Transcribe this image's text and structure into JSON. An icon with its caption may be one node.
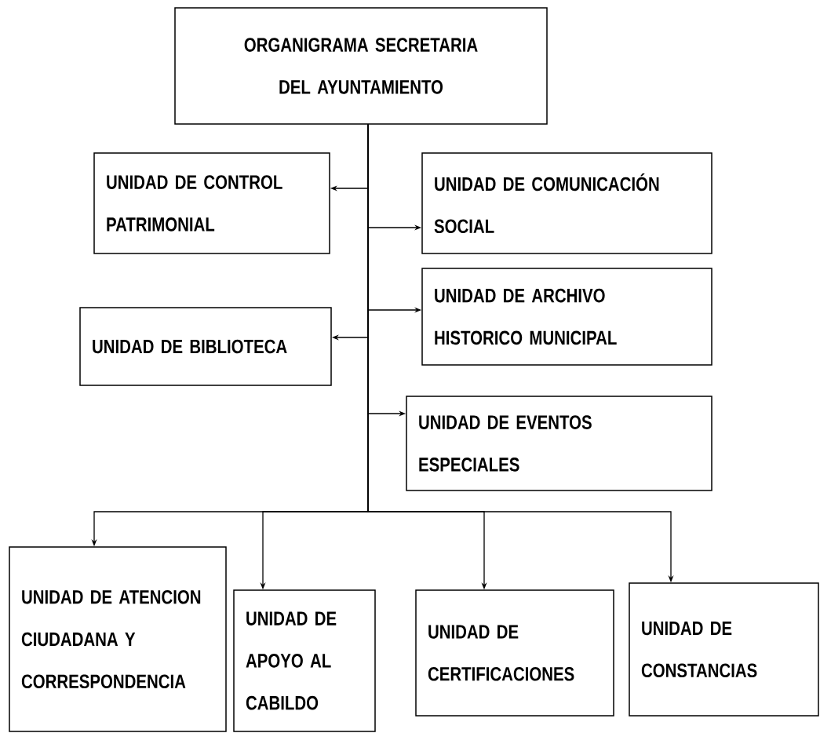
{
  "diagram": {
    "nodes": [
      {
        "text": [
          "ORGANIGRAMA SECRETARIA DEL AYUNTAMIENTO"
        ]
      },
      {
        "text": [
          "UNIDAD DE CONTROL PATRIMONIAL"
        ]
      },
      {
        "text": [
          "UNIDAD DE COMUNICACIÓN SOCIAL"
        ]
      },
      {
        "text": [
          "UNIDAD DE ARCHIVO HISTORICO MUNICIPAL"
        ]
      },
      {
        "text": [
          "UNIDAD DE BIBLIOTECA"
        ]
      },
      {
        "text": [
          "UNIDAD DE EVENTOS ESPECIALES"
        ]
      },
      {
        "text": [
          "UNIDAD DE ATENCION CIUDADANA Y CORRESPONDENCIA"
        ]
      },
      {
        "text": [
          "UNIDAD DE APOYO AL CABILDO"
        ]
      },
      {
        "text": [
          "UNIDAD DE CERTIFICACIONES"
        ]
      },
      {
        "text": [
          "UNIDAD DE CONSTANCIAS"
        ]
      }
    ],
    "edges": [
      {
        "from": 0,
        "to": 1,
        "arrow": "to"
      },
      {
        "from": 0,
        "to": 2,
        "arrow": "to"
      },
      {
        "from": 0,
        "to": 3,
        "arrow": "to"
      },
      {
        "from": 0,
        "to": 4,
        "arrow": "to"
      },
      {
        "from": 0,
        "to": 5,
        "arrow": "to"
      },
      {
        "from": 0,
        "to": 6,
        "arrow": "to"
      },
      {
        "from": 0,
        "to": 7,
        "arrow": "to"
      },
      {
        "from": 0,
        "to": 8,
        "arrow": "to"
      },
      {
        "from": 0,
        "to": 9,
        "arrow": "to"
      }
    ]
  }
}
